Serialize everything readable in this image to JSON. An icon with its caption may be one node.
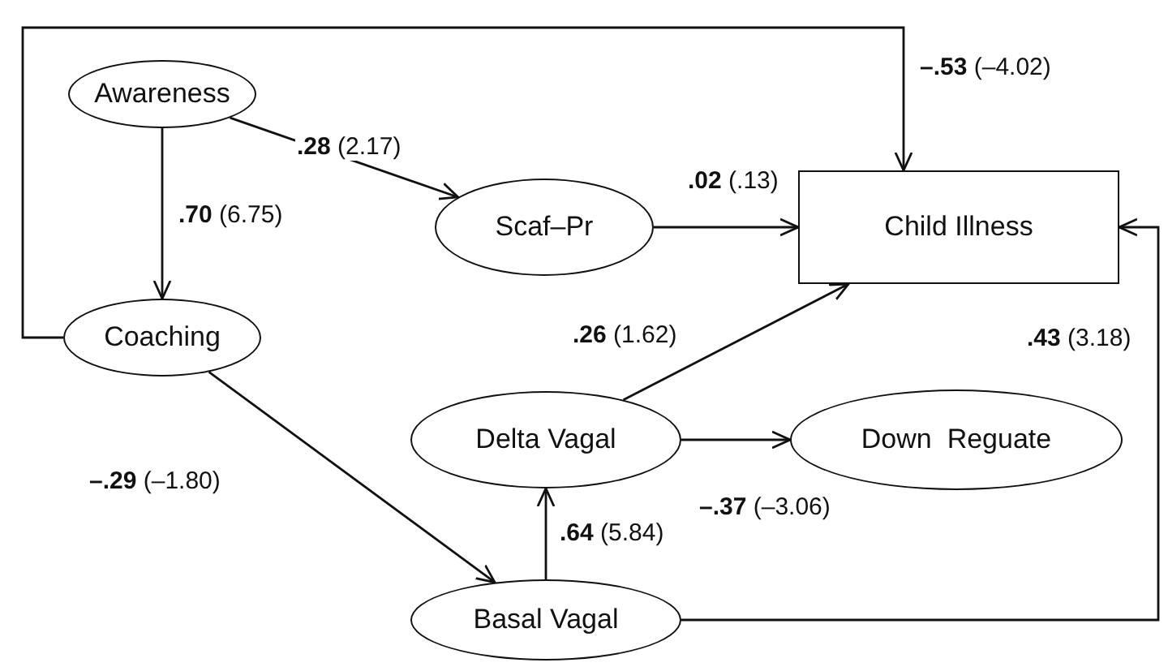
{
  "diagram": {
    "nodes": [
      {
        "text": [
          "Awareness"
        ]
      },
      {
        "text": [
          "Scaf–Pr"
        ]
      },
      {
        "text": [
          "Child Illness"
        ]
      },
      {
        "text": [
          "Coaching"
        ]
      },
      {
        "text": [
          "Delta Vagal"
        ]
      },
      {
        "text": [
          "Down  Reguate"
        ]
      },
      {
        "text": [
          "Basal Vagal"
        ]
      }
    ],
    "edges": [
      {
        "from": 3,
        "to": 2,
        "arrow": "to",
        "label": "**–.53** (–4.02)"
      },
      {
        "from": 0,
        "to": 3,
        "arrow": "to",
        "label": "**.70** (6.75)"
      },
      {
        "from": 0,
        "to": 1,
        "arrow": "to",
        "label": "**.28** (2.17)"
      },
      {
        "from": 1,
        "to": 2,
        "arrow": "to",
        "label": "**.02** (.13)"
      },
      {
        "from": 4,
        "to": 2,
        "arrow": "to",
        "label": "**.26** (1.62)"
      },
      {
        "from": 4,
        "to": 5,
        "arrow": "to",
        "label": "**–.37** (–3.06)"
      },
      {
        "from": 6,
        "to": 4,
        "arrow": "to",
        "label": "**.64** (5.84)"
      },
      {
        "from": 3,
        "to": 6,
        "arrow": "to",
        "label": "**–.29** (–1.80)"
      },
      {
        "from": 6,
        "to": 2,
        "arrow": "to",
        "label": "**.43** (3.18)"
      }
    ]
  }
}
